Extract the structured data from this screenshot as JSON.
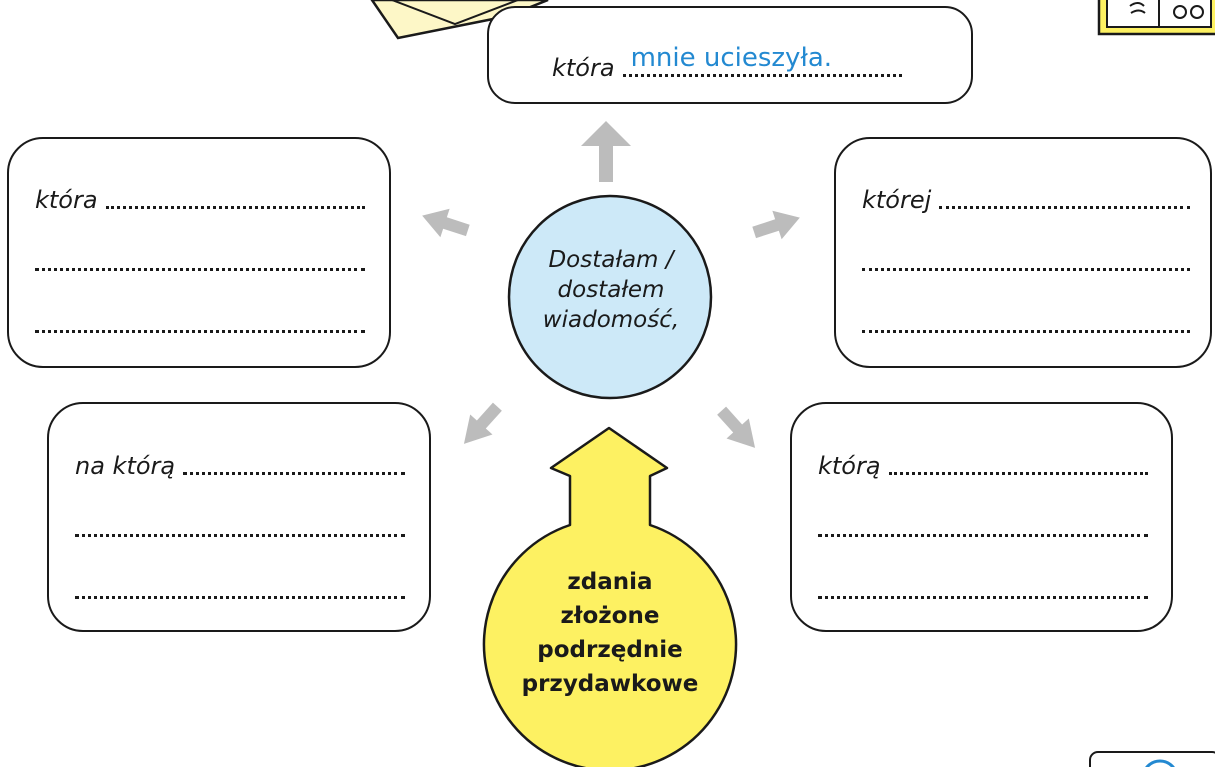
{
  "top_box": {
    "prefix": "która",
    "answer": "mnie ucieszyła."
  },
  "left_upper_box": {
    "prefix": "która"
  },
  "right_upper_box": {
    "prefix": "której"
  },
  "left_lower_box": {
    "prefix": "na którą"
  },
  "right_lower_box": {
    "prefix": "którą"
  },
  "center": {
    "lines": [
      "Dostałam /",
      "dostałem",
      "wiadomość,"
    ]
  },
  "label": {
    "lines": [
      "zdania",
      "złożone",
      "podrzędnie",
      "przydawkowe"
    ]
  },
  "colors": {
    "center_circle": "#cde9f8",
    "label_shape": "#fdf162",
    "arrows": "#bcbcbc",
    "answer_text": "#2389d1",
    "ink": "#1a1a1a"
  },
  "icons": [
    "envelope-icon",
    "book-icon",
    "badge-icon"
  ]
}
